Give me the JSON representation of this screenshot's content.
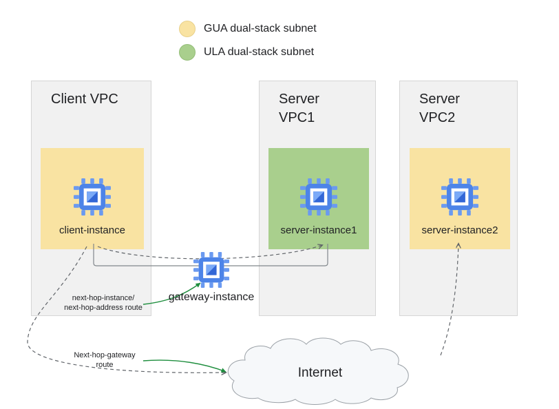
{
  "colors": {
    "gua_fill": "#f9e3a2",
    "ula_fill": "#a9cf8d",
    "vpc_fill": "#f1f1f1",
    "vpc_border": "#d5d5d5",
    "chip_blue": "#4d84e8",
    "chip_blue_dark": "#3367d6",
    "chip_blue_light": "#7baaf7",
    "arrow_gray": "#5f6368",
    "arrow_green": "#1e8e3e",
    "cloud_fill": "#f6f8fa",
    "cloud_stroke": "#9aa0a6"
  },
  "legend": {
    "items": [
      {
        "label": "GUA dual-stack subnet"
      },
      {
        "label": "ULA dual-stack subnet"
      }
    ]
  },
  "vpcs": [
    {
      "title": "Client VPC",
      "subnet_type": "GUA",
      "instance_label": "client-instance"
    },
    {
      "title": "Server\nVPC1",
      "subnet_type": "ULA",
      "instance_label": "server-instance1"
    },
    {
      "title": "Server\nVPC2",
      "subnet_type": "GUA",
      "instance_label": "server-instance2"
    }
  ],
  "gateway_label": "gateway-instance",
  "internet_label": "Internet",
  "routes": {
    "instance_route_label": "next-hop-instance/\nnext-hop-address route",
    "gateway_route_label": "Next-hop-gateway\nroute"
  }
}
